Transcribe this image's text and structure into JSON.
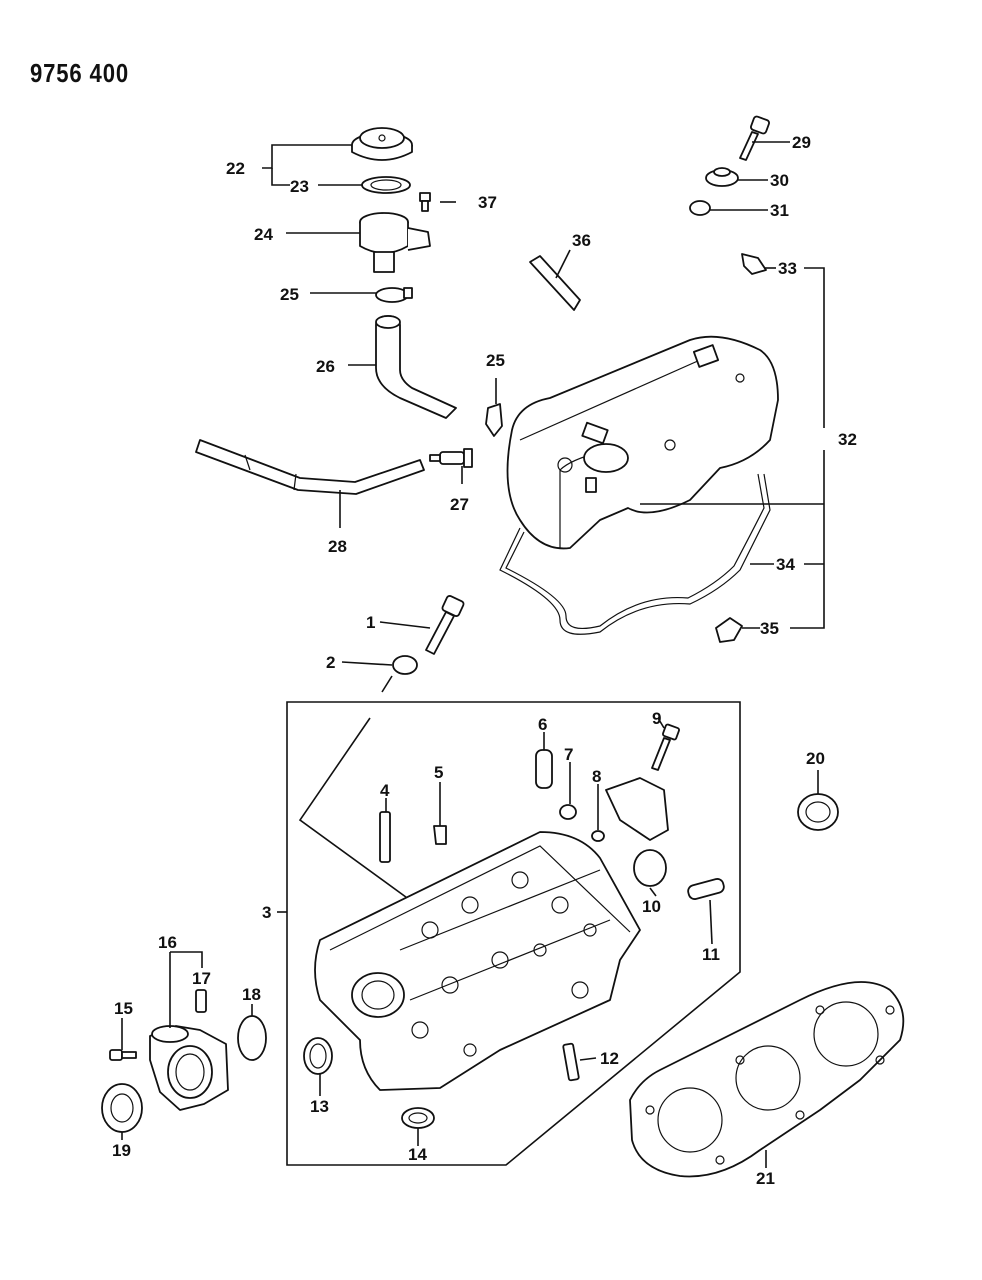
{
  "diagram_code": "9756 400",
  "callouts": {
    "c1": "1",
    "c2": "2",
    "c3": "3",
    "c4": "4",
    "c5": "5",
    "c6": "6",
    "c7": "7",
    "c8": "8",
    "c9": "9",
    "c10": "10",
    "c11": "11",
    "c12": "12",
    "c13": "13",
    "c14": "14",
    "c15": "15",
    "c16": "16",
    "c17": "17",
    "c18": "18",
    "c19": "19",
    "c20": "20",
    "c21": "21",
    "c22": "22",
    "c23": "23",
    "c24": "24",
    "c25a": "25",
    "c25b": "25",
    "c26": "26",
    "c27": "27",
    "c28": "28",
    "c29": "29",
    "c30": "30",
    "c31": "31",
    "c32": "32",
    "c33": "33",
    "c34": "34",
    "c35": "35",
    "c36": "36",
    "c37": "37"
  },
  "parts": {
    "p1": "bolt",
    "p2": "washer",
    "p3": "cylinder-head",
    "p4": "stud",
    "p5": "plug",
    "p6": "valve-guide",
    "p7": "nut",
    "p8": "nut",
    "p9": "bolt",
    "p10": "plug",
    "p11": "valve-guide",
    "p12": "stud",
    "p13": "seal",
    "p14": "seal",
    "p15": "bolt",
    "p16": "water-outlet",
    "p17": "stud",
    "p18": "gasket",
    "p19": "seal",
    "p20": "seal",
    "p21": "head-gasket",
    "p22": "oil-filler-cap",
    "p23": "gasket",
    "p24": "oil-filler-neck",
    "p25": "clamp",
    "p26": "hose",
    "p27": "pcv-valve",
    "p28": "hose",
    "p29": "bolt",
    "p30": "grommet",
    "p31": "nut",
    "p32": "rocker-cover-assembly",
    "p33": "clip",
    "p34": "rocker-cover-gasket",
    "p35": "clip",
    "p36": "hose",
    "p37": "bolt"
  }
}
